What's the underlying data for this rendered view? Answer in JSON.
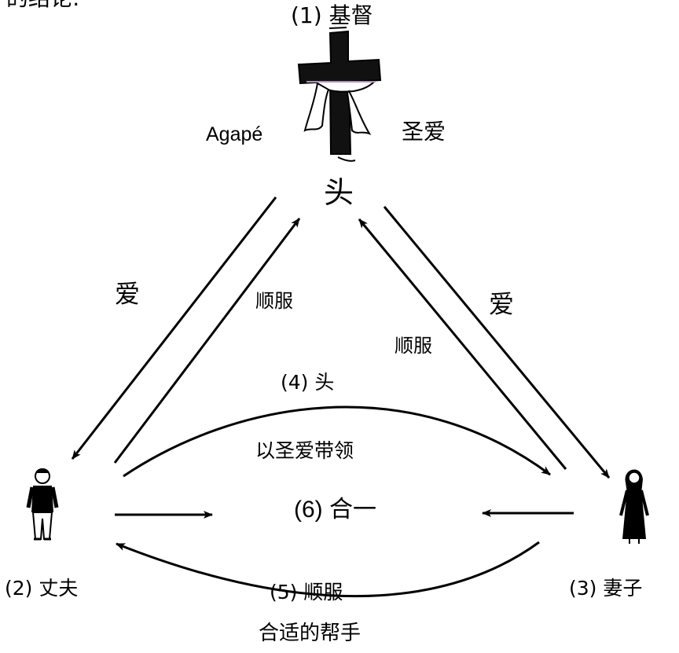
{
  "top_partial_text": "的结论:",
  "christ": {
    "label": "(1) 基督",
    "icon": "cross-icon"
  },
  "agape": "Agapé",
  "holy_love": "圣爱",
  "head_top": "头",
  "husband": {
    "label": "(2) 丈夫",
    "icon": "man-icon"
  },
  "wife": {
    "label": "(3) 妻子",
    "icon": "woman-icon"
  },
  "left_side": {
    "love": "爱",
    "submit": "顺服"
  },
  "right_side": {
    "love": "爱",
    "submit": "顺服"
  },
  "headship": {
    "title": "(4) 头",
    "subtitle": "以圣爱带领"
  },
  "unity": "(6) 合一",
  "submission": {
    "title": "(5) 顺服",
    "subtitle": "合适的帮手"
  },
  "colors": {
    "ink": "#000000",
    "cloth_trim": "#b48cc8",
    "background": "#ffffff"
  }
}
